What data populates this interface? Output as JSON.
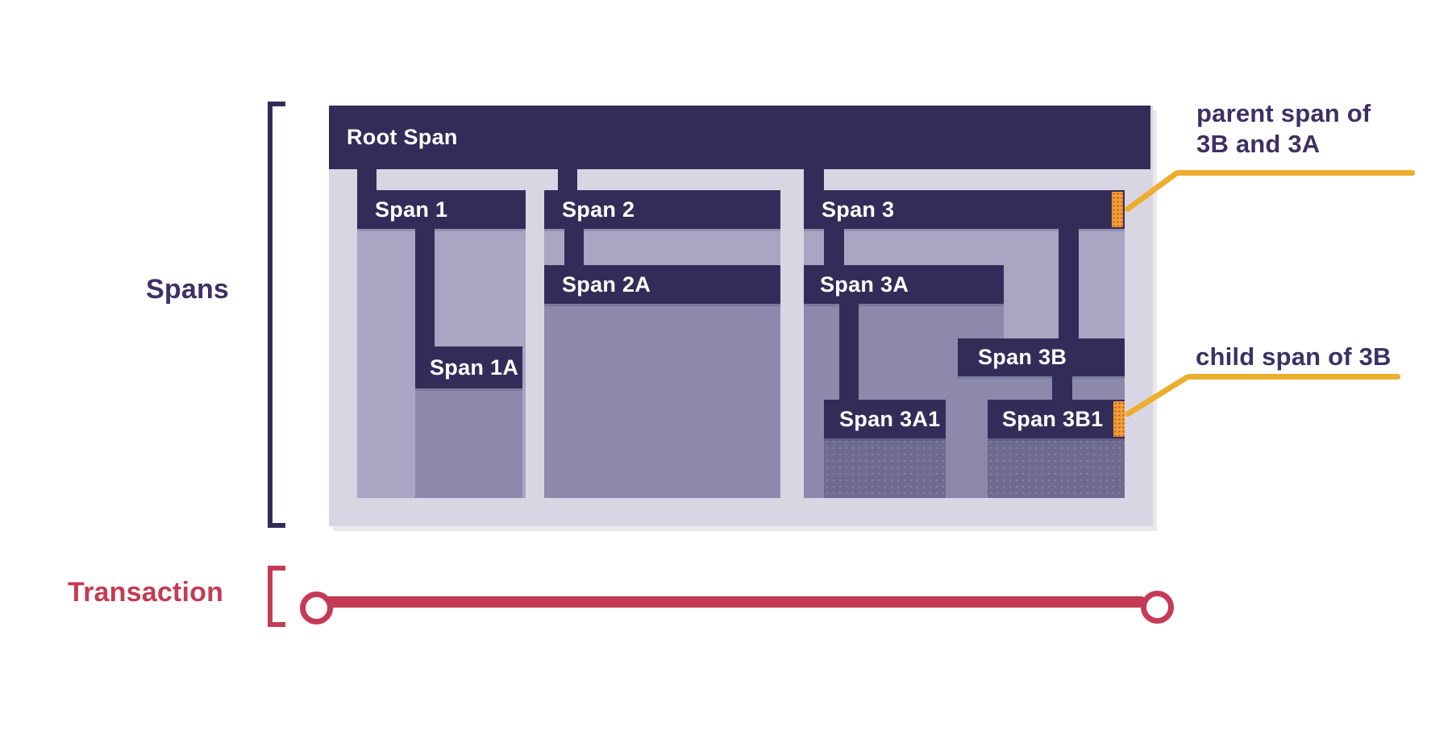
{
  "labels": {
    "spans": "Spans",
    "transaction": "Transaction"
  },
  "annotations": {
    "parent_line1": "parent span of",
    "parent_line2": "3B and 3A",
    "child": "child span of 3B"
  },
  "spans": {
    "root": "Root Span",
    "s1": "Span 1",
    "s1a": "Span 1A",
    "s2": "Span 2",
    "s2a": "Span 2A",
    "s3": "Span 3",
    "s3a": "Span 3A",
    "s3a1": "Span 3A1",
    "s3b": "Span 3B",
    "s3b1": "Span 3B1"
  },
  "colors": {
    "bar_navy": "#342C58",
    "container": "#D8D6E3",
    "fill_depth1": "#A9A5C3",
    "fill_depth2": "#8D89AD",
    "fill_depth3": "#6F6B90",
    "highlight_orange": "#EFA22D",
    "callout_yellow": "#EDAE2E",
    "transaction_red": "#C43B55",
    "label_navy": "#3B3163",
    "bar_text": "#FFFFFF",
    "background": "#FFFFFF"
  }
}
